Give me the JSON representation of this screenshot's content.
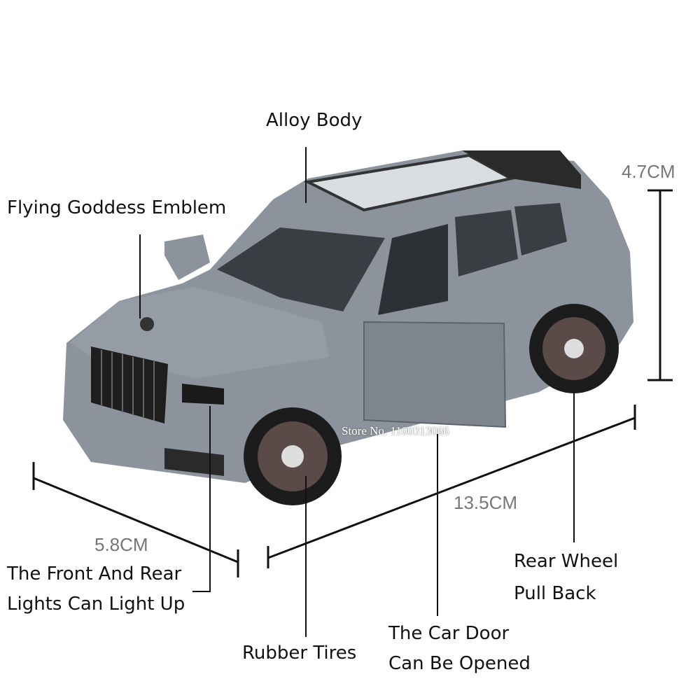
{
  "labels": {
    "alloy_body": "Alloy Body",
    "emblem": "Flying Goddess Emblem",
    "lights_line1": "The Front And Rear",
    "lights_line2": "Lights Can Light Up",
    "tires": "Rubber Tires",
    "door_line1": "The Car Door",
    "door_line2": "Can Be Opened",
    "rear_wheel_line1": "Rear Wheel",
    "rear_wheel_line2": "Pull Back"
  },
  "dimensions": {
    "height": "4.7CM",
    "length": "13.5CM",
    "width": "5.8CM"
  },
  "watermark": "Store No. 1100313066",
  "colors": {
    "body": "#8c939c",
    "tire": "#1c1c1c",
    "rim": "#5a4a48"
  }
}
